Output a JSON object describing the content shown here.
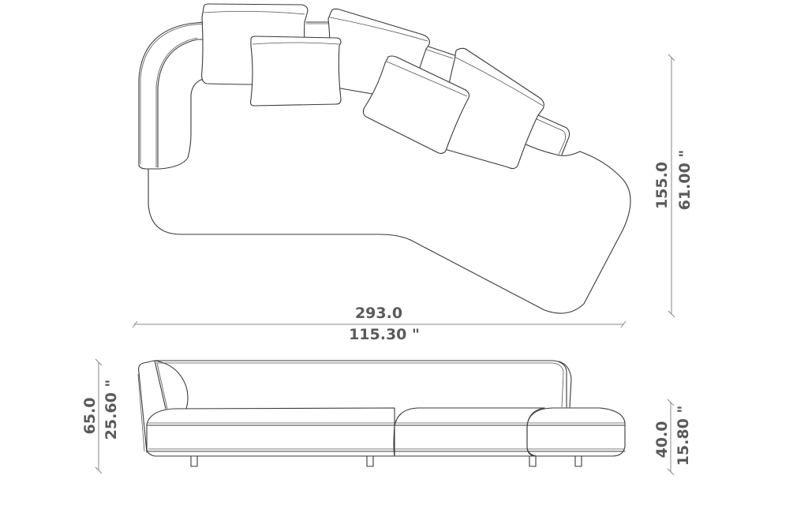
{
  "drawing": {
    "title": "Sofa dimension drawing",
    "views": [
      "top-view",
      "front-view"
    ]
  },
  "dimensions": {
    "overall_width": {
      "cm": "293.0",
      "in": "115.30 \""
    },
    "overall_depth": {
      "cm": "155.0",
      "in": "61.00 \""
    },
    "overall_height": {
      "cm": "65.0",
      "in": "25.60 \""
    },
    "seat_height": {
      "cm": "40.0",
      "in": "15.80 \""
    }
  },
  "colors": {
    "line": "#3a3a3a",
    "dimension_line": "#8a8a8a",
    "dimension_text": "#5a5a5a",
    "background": "#ffffff"
  }
}
